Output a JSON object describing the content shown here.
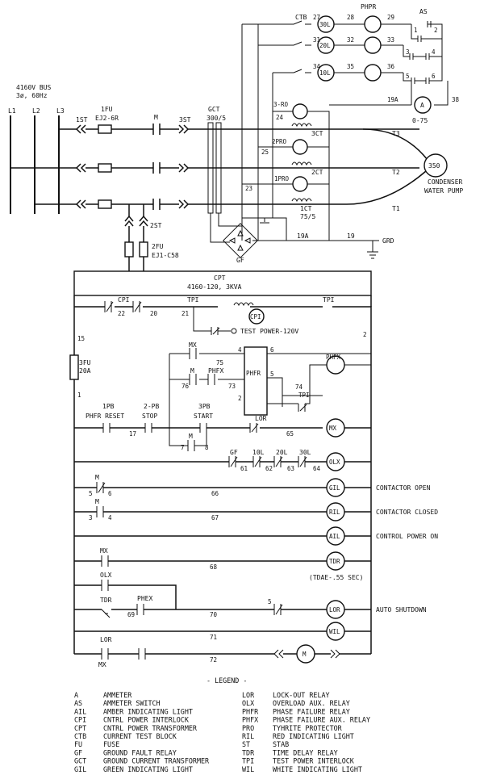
{
  "bus": {
    "title": "4160V BUS",
    "spec": "3ø, 60Hz",
    "phases": [
      "L1",
      "L2",
      "L3"
    ]
  },
  "power": {
    "st1": "1ST",
    "fu1_name": "1FU",
    "fu1_type": "EJ2-6R",
    "m": "M",
    "st3": "3ST",
    "gct_name": "GCT",
    "gct_ratio": "300/5",
    "st2": "2ST",
    "fu2_name": "2FU",
    "fu2_type": "EJ1-C58",
    "ct1": "1CT",
    "ct1_ratio": "75/5",
    "ct2": "2CT",
    "ct3": "3CT",
    "t1": "T1",
    "t2": "T2",
    "t3": "T3",
    "motor_hp": "350",
    "motor_name1": "CONDENSER",
    "motor_name2": "WATER PUMP",
    "gf": "GF",
    "grd": "GRD",
    "w19a": "19A",
    "w19": "19",
    "w23": "23",
    "w24": "24",
    "w25": "25",
    "w38": "38",
    "ro1": "1PRO",
    "ro2": "2PRO",
    "ro3": "3-RO"
  },
  "meter": {
    "ctb": "CTB",
    "phpr": "PHPR",
    "as": "AS",
    "olx": [
      "30L",
      "20L",
      "10L"
    ],
    "n27": "27",
    "n28": "28",
    "n29": "29",
    "n31": "31",
    "n32": "32",
    "n33": "33",
    "n34": "34",
    "n35": "35",
    "n36": "36",
    "sw": [
      "1",
      "2",
      "3",
      "4",
      "5",
      "6"
    ],
    "ammeter": "A",
    "ammeter_range": "0-75"
  },
  "cpt": {
    "name": "CPT",
    "spec": "4160-120, 3KVA"
  },
  "control": {
    "cpi": "CPI",
    "n22": "22",
    "n20": "20",
    "tpi": "TPI",
    "n21": "21",
    "test_power": "TEST POWER-120V",
    "n2": "2",
    "n15": "15",
    "fu3_name": "3FU",
    "fu3_rating": "20A",
    "n1": "1",
    "mx": "MX",
    "n4": "4",
    "n6": "6",
    "n75": "75",
    "phfx": "PHFX",
    "n76": "76",
    "n73": "73",
    "phfr": "PHFR",
    "n5": "5",
    "n74": "74",
    "n2b": "2",
    "pb1": "1PB",
    "pb1_label": "PHFR RESET",
    "pb2": "2-PB",
    "pb2_label": "STOP",
    "pb3": "3PB",
    "pb3_label": "START",
    "n17": "17",
    "lor": "LOR",
    "n65": "65",
    "n7": "7",
    "n8": "8",
    "gf": "GF",
    "l10": "10L",
    "l20": "20L",
    "l30": "30L",
    "n61": "61",
    "n62": "62",
    "n63": "63",
    "n64": "64",
    "olx": "OLX",
    "n5b": "5",
    "n66": "66",
    "gil": "GIL",
    "contactor_open": "CONTACTOR OPEN",
    "n3": "3",
    "n4b": "4",
    "n67": "67",
    "ril": "RIL",
    "contactor_closed": "CONTACTOR CLOSED",
    "ail": "AIL",
    "control_power_on": "CONTROL POWER ON",
    "n68": "68",
    "tdr": "TDR",
    "tdr_note": "(TDAE-.55 SEC)",
    "phex": "PHEX",
    "n69": "69",
    "n70": "70",
    "n5c": "5",
    "auto_shutdown": "AUTO SHUTDOWN",
    "n71": "71",
    "wil": "WIL",
    "n72": "72",
    "m": "M"
  },
  "legend": {
    "title": "- LEGEND -",
    "left": [
      [
        "A",
        "AMMETER"
      ],
      [
        "AS",
        "AMMETER SWITCH"
      ],
      [
        "AIL",
        "AMBER INDICATING LIGHT"
      ],
      [
        "CPI",
        "CNTRL POWER INTERLOCK"
      ],
      [
        "CPT",
        "CNTRL POWER TRANSFORMER"
      ],
      [
        "CTB",
        "CURRENT TEST BLOCK"
      ],
      [
        "FU",
        "FUSE"
      ],
      [
        "GF",
        "GROUND FAULT RELAY"
      ],
      [
        "GCT",
        "GROUND CURRENT TRANSFORMER"
      ],
      [
        "GIL",
        "GREEN INDICATING LIGHT"
      ]
    ],
    "right": [
      [
        "LOR",
        "LOCK-OUT RELAY"
      ],
      [
        "OLX",
        "OVERLOAD AUX. RELAY"
      ],
      [
        "PHFR",
        "PHASE FAILURE RELAY"
      ],
      [
        "PHFX",
        "PHASE FAILURE AUX. RELAY"
      ],
      [
        "PRO",
        "TYHRITE PROTECTOR"
      ],
      [
        "RIL",
        "RED INDICATING LIGHT"
      ],
      [
        "ST",
        "STAB"
      ],
      [
        "TDR",
        "TIME DELAY RELAY"
      ],
      [
        "TPI",
        "TEST POWER INTERLOCK"
      ],
      [
        "WIL",
        "WHITE INDICATING LIGHT"
      ]
    ]
  }
}
